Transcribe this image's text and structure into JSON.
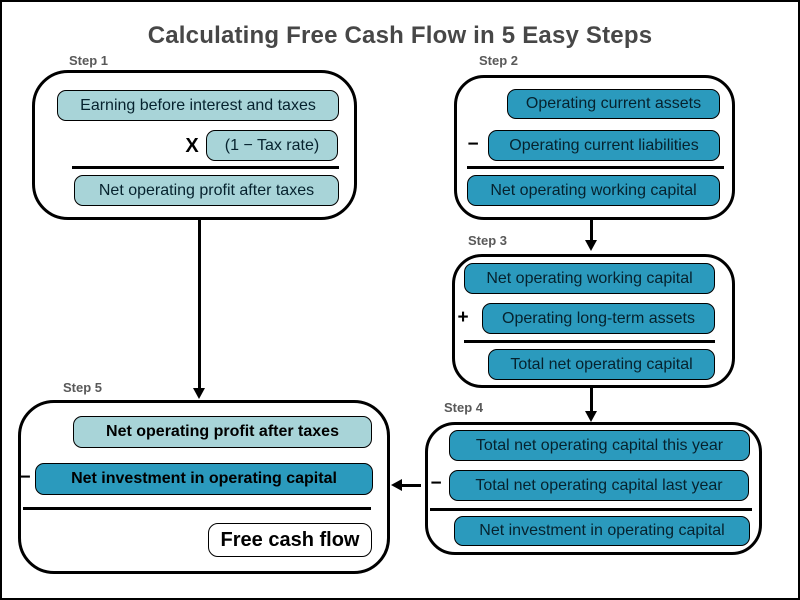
{
  "title": "Calculating Free Cash Flow in 5 Easy Steps",
  "steps": [
    {
      "label": "Step 1",
      "operand1": "Earning before interest and taxes",
      "operator": "X",
      "operand2": "(1 − Tax rate)",
      "result": "Net operating profit after taxes"
    },
    {
      "label": "Step 2",
      "operand1": "Operating current assets",
      "operator": "−",
      "operand2": "Operating current liabilities",
      "result": "Net operating working capital"
    },
    {
      "label": "Step 3",
      "operand1": "Net operating working capital",
      "operator": "+",
      "operand2": "Operating long-term assets",
      "result": "Total net operating capital"
    },
    {
      "label": "Step 4",
      "operand1": "Total net operating capital this year",
      "operator": "−",
      "operand2": "Total net operating capital last year",
      "result": "Net investment in operating capital"
    },
    {
      "label": "Step 5",
      "operand1": "Net operating profit after taxes",
      "operator": "−",
      "operand2": "Net investment in operating capital",
      "result": "Free cash flow"
    }
  ],
  "colors": {
    "light_box": "#A8D4D8",
    "dark_box": "#2B9ABD",
    "panel_border": "#000000",
    "title_text": "#474747",
    "step_label_text": "#595959"
  }
}
